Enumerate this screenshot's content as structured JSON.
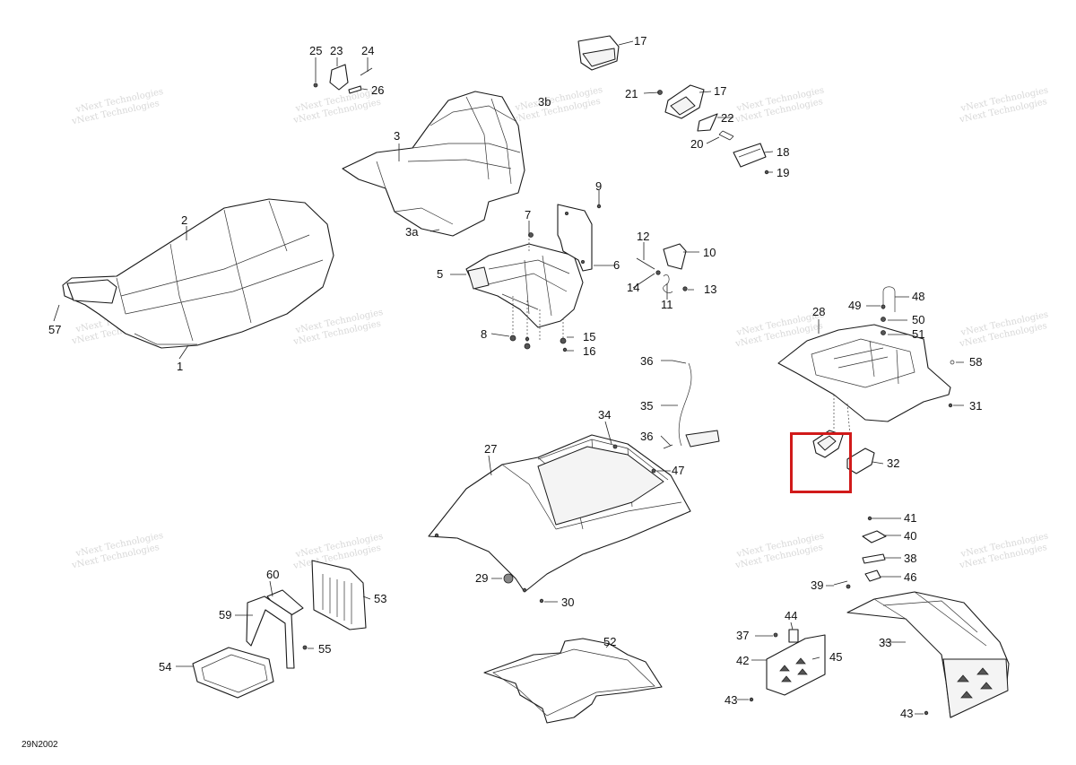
{
  "diagram": {
    "id_code": "29N2002",
    "watermark": "vNext Technologies",
    "highlight_color": "#d11a1a",
    "callouts": [
      "1",
      "2",
      "3",
      "3a",
      "3b",
      "5",
      "6",
      "7",
      "8",
      "9",
      "10",
      "11",
      "12",
      "13",
      "14",
      "15",
      "16",
      "17",
      "17",
      "18",
      "19",
      "20",
      "21",
      "22",
      "24",
      "25",
      "26",
      "23",
      "27",
      "28",
      "29",
      "30",
      "31",
      "32",
      "33",
      "34",
      "35",
      "36",
      "36",
      "37",
      "38",
      "39",
      "40",
      "41",
      "42",
      "43",
      "43",
      "44",
      "45",
      "46",
      "47",
      "48",
      "49",
      "50",
      "51",
      "52",
      "53",
      "54",
      "55",
      "57",
      "58",
      "59",
      "60"
    ]
  }
}
